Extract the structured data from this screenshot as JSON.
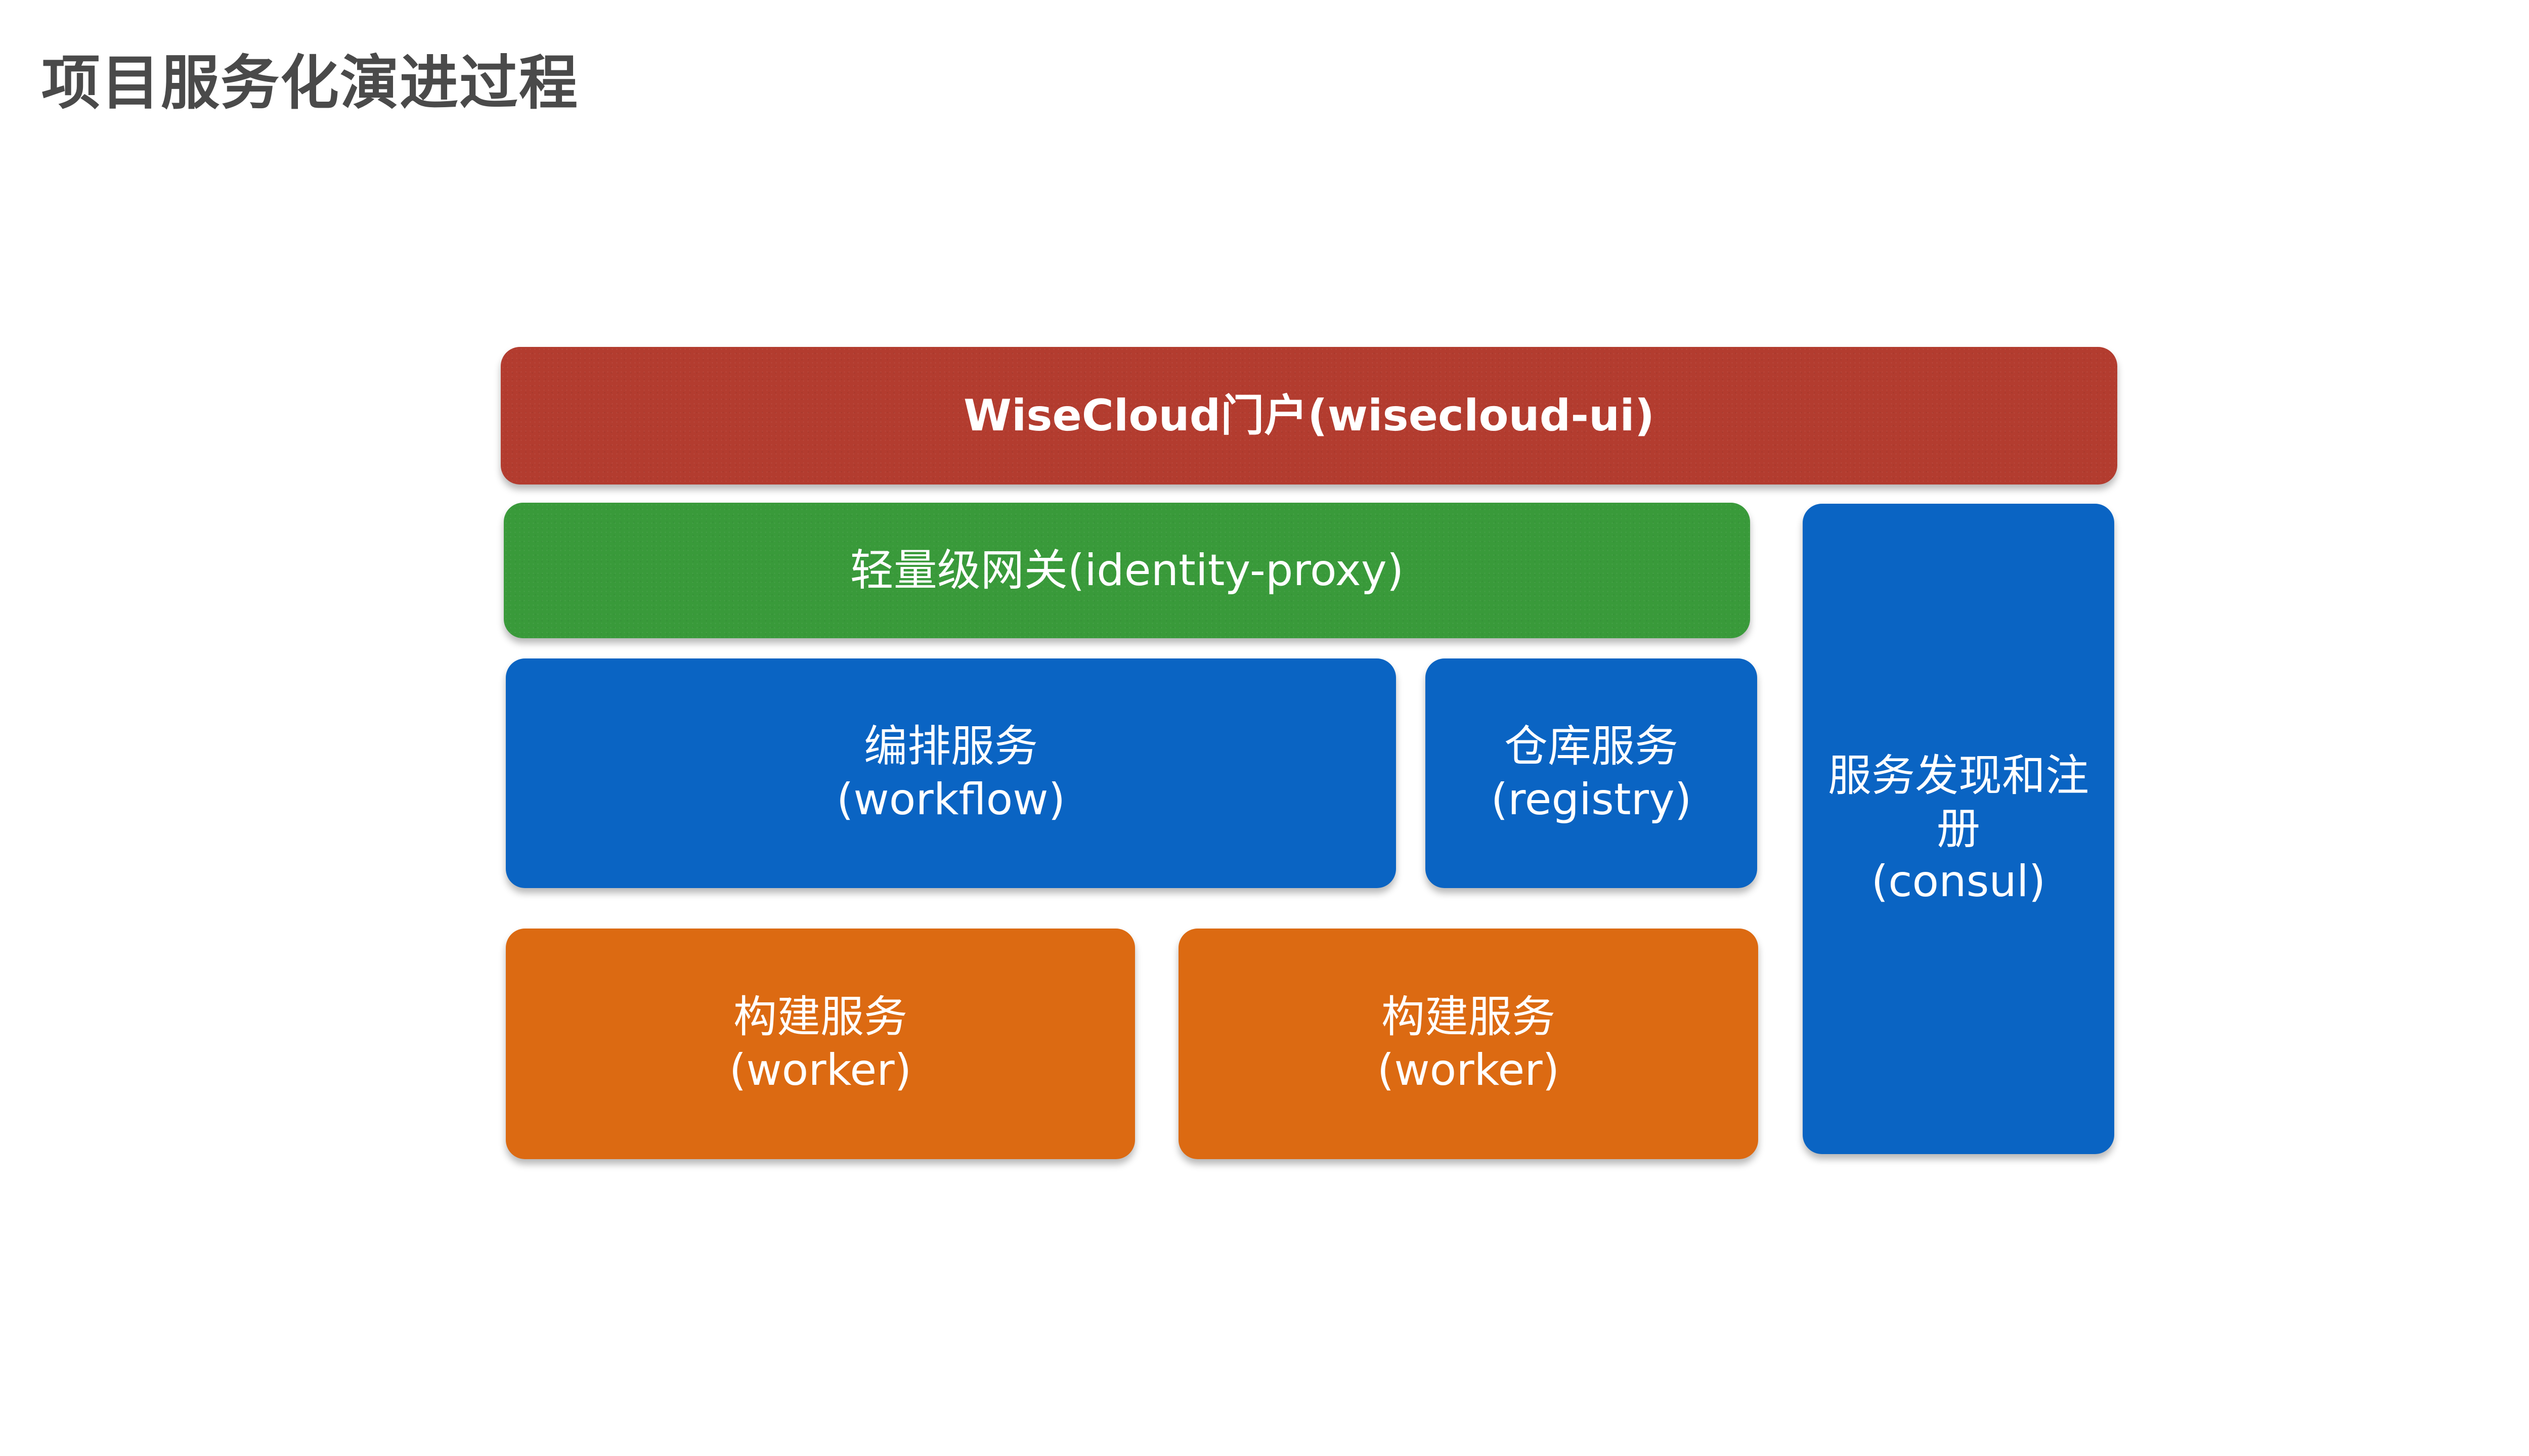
{
  "slide": {
    "title": "项目服务化演进过程"
  },
  "blocks": {
    "portal": {
      "label": "WiseCloud门户(wisecloud-ui)",
      "color": "#b33c2f"
    },
    "gateway": {
      "label": "轻量级网关(identity-proxy)",
      "color": "#399a3a"
    },
    "workflow": {
      "name": "编排服务",
      "code": "(workflow)",
      "color": "#0a64c3"
    },
    "registry": {
      "name": "仓库服务",
      "code": "(registry)",
      "color": "#0a64c3"
    },
    "consul": {
      "name_line1": "服务发现和注",
      "name_line2": "册",
      "code": "(consul)",
      "color": "#0a64c3"
    },
    "worker1": {
      "name": "构建服务",
      "code": "(worker)",
      "color": "#dc6a12"
    },
    "worker2": {
      "name": "构建服务",
      "code": "(worker)",
      "color": "#dc6a12"
    }
  }
}
